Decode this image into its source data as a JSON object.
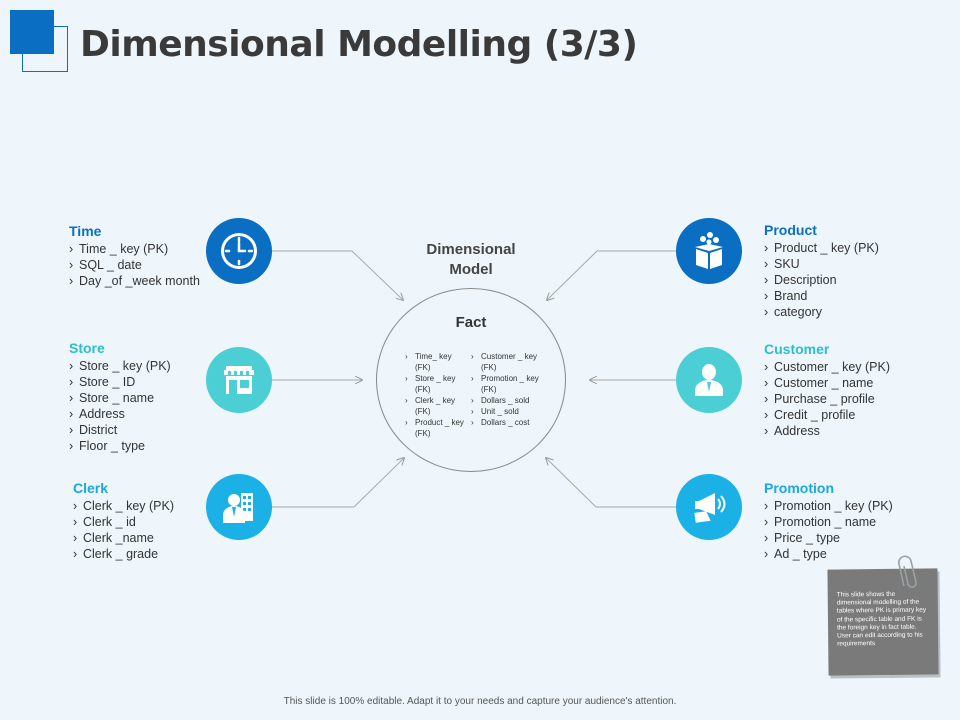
{
  "title": "Dimensional Modelling (3/3)",
  "center": {
    "label_line1": "Dimensional",
    "label_line2": "Model",
    "fact_title": "Fact",
    "fact_left": [
      "Time_ key (FK)",
      "Store _ key (FK)",
      "Clerk _ key (FK)",
      "Product _ key (FK)"
    ],
    "fact_right": [
      "Customer _ key (FK)",
      "Promotion _ key (FK)",
      "Dollars _ sold",
      "Unit _ sold",
      "Dollars _ cost"
    ]
  },
  "dimensions": {
    "time": {
      "title": "Time",
      "items": [
        "Time _ key (PK)",
        "SQL _ date",
        "Day _of _week month"
      ],
      "icon": "clock-icon"
    },
    "store": {
      "title": "Store",
      "items": [
        "Store _ key (PK)",
        "Store _ ID",
        "Store _ name",
        "Address",
        "District",
        "Floor _ type"
      ],
      "icon": "store-icon"
    },
    "clerk": {
      "title": "Clerk",
      "items": [
        "Clerk _ key (PK)",
        "Clerk _ id",
        "Clerk _name",
        "Clerk _ grade"
      ],
      "icon": "clerk-icon"
    },
    "product": {
      "title": "Product",
      "items": [
        "Product _ key (PK)",
        "SKU",
        "Description",
        "Brand",
        "category"
      ],
      "icon": "box-icon"
    },
    "customer": {
      "title": "Customer",
      "items": [
        "Customer _ key (PK)",
        "Customer _ name",
        "Purchase _ profile",
        "Credit _ profile",
        "Address"
      ],
      "icon": "person-icon"
    },
    "promotion": {
      "title": "Promotion",
      "items": [
        "Promotion _ key (PK)",
        "Promotion _ name",
        "Price _ type",
        "Ad _ type"
      ],
      "icon": "megaphone-icon"
    }
  },
  "note": "This slide shows the dimensional modelling of the tables where PK is primary key of the specific table and FK is the foreign key in fact table. User can edit according to his requirements",
  "footer": "This slide is 100% editable. Adapt it to your needs and capture your audience's attention.",
  "colors": {
    "dark_blue": "#0a6fc2",
    "teal": "#4ccfd4",
    "sky": "#1bb1e6"
  }
}
